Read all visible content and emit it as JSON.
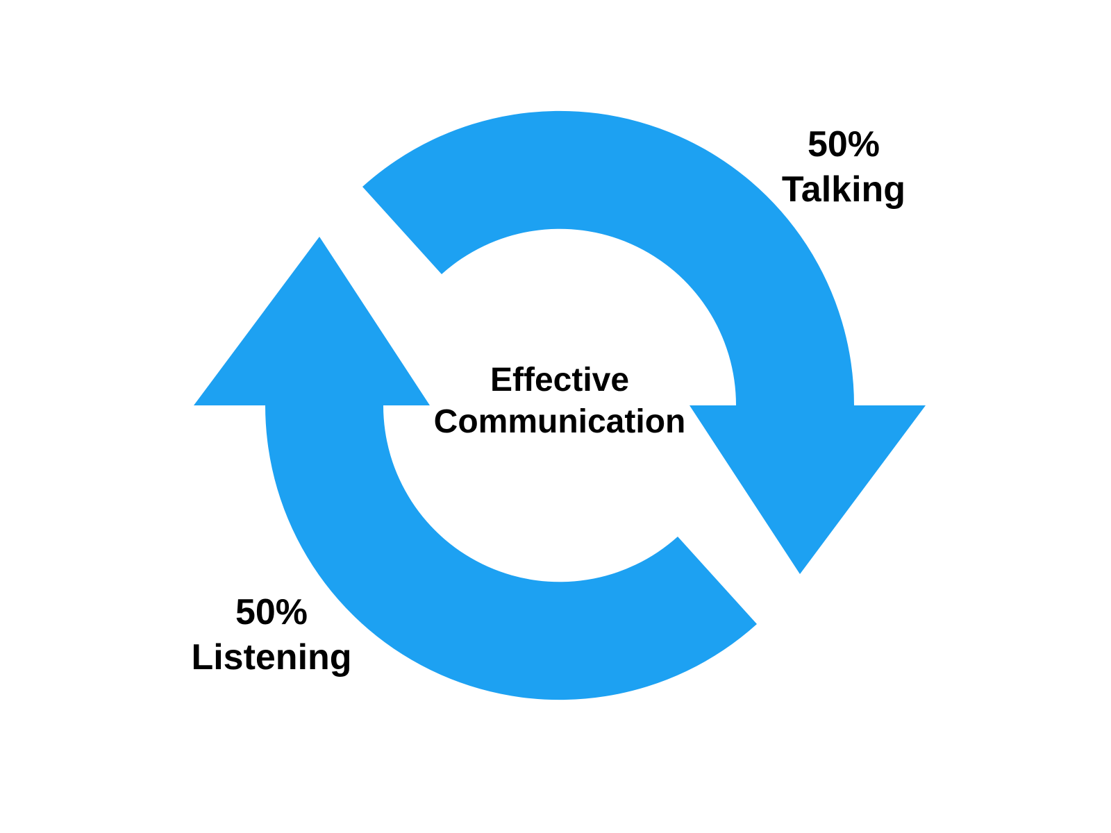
{
  "page": {
    "background_color": "#ffffff"
  },
  "diagram": {
    "type": "cycle",
    "accent_color": "#1DA1F2",
    "text_color": "#000000",
    "center_label": {
      "line1": "Effective",
      "line2": "Communication"
    },
    "segments": [
      {
        "id": "talking",
        "percent": "50%",
        "label": "Talking",
        "position": "top-right"
      },
      {
        "id": "listening",
        "percent": "50%",
        "label": "Listening",
        "position": "bottom-left"
      }
    ]
  }
}
